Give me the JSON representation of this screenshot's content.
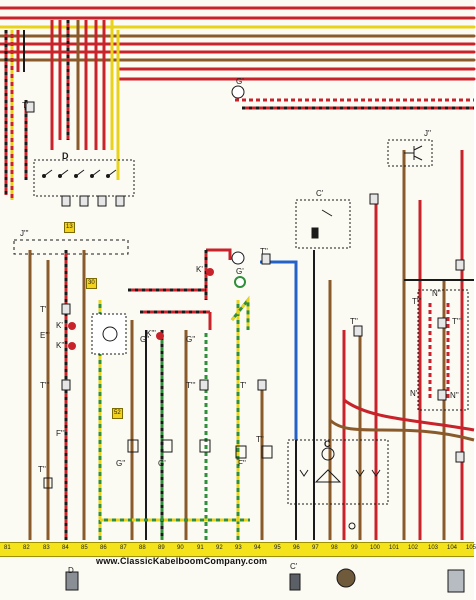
{
  "labels": {
    "G_top": "G'",
    "T_top": "T'",
    "D": "D",
    "J_top_right": "J''",
    "J_left": "J'''",
    "C_upper": "C'",
    "T_mid": "T''",
    "K_1": "K'",
    "K_2": "K'",
    "K_lower_a": "K'''",
    "K_lower_b": "K''",
    "G_center": "G'",
    "T_left_1": "T'",
    "E_left": "E'''",
    "T_left_2": "T'''",
    "T_center_right": "T'''",
    "T_right_1": "T'",
    "T_right_2": "T''",
    "G_lower_1": "G''",
    "G_lower_2": "G''",
    "T_center_lower": "T''",
    "F_left": "F'''",
    "T_far_left": "T''",
    "G_bottom_1": "G''",
    "G_bottom_2": "G'",
    "F_bottom": "F''",
    "C_lower": "C",
    "N_1": "N''",
    "N_2": "N'",
    "N_3": "N''",
    "T_right_3": "T'''",
    "T_right_4": "T'''",
    "bottom_D": "D",
    "bottom_C": "C'"
  },
  "tags": {
    "tag_13": "13",
    "tag_30": "30",
    "tag_52": "52"
  },
  "strip_numbers": [
    "81",
    "82",
    "83",
    "84",
    "85",
    "86",
    "87",
    "88",
    "89",
    "90",
    "91",
    "92",
    "93",
    "94",
    "95",
    "96",
    "97",
    "98",
    "99",
    "100",
    "101",
    "102",
    "103",
    "104",
    "105"
  ],
  "website": "www.ClassicKabelboomCompany.com",
  "colors": {
    "red": "#c8232b",
    "yellow": "#e9d21a",
    "brown": "#8a5a2b",
    "green": "#2f8f3a",
    "blue": "#2562c7",
    "black": "#1a1a1a",
    "white": "#ffffff",
    "grey": "#9aa0a6",
    "strip": "#f4e31b"
  }
}
